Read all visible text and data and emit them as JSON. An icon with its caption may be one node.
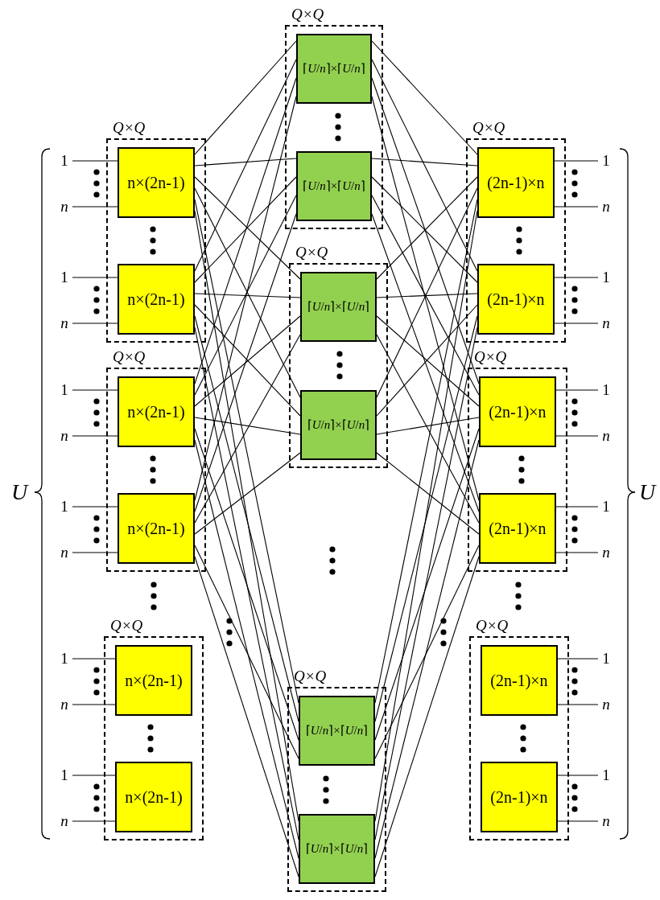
{
  "diagram": {
    "nodes": [
      {
        "text": [
          "Q×Q"
        ]
      },
      {
        "text": [
          "n×(2n-1)"
        ],
        "in": 0
      },
      {
        "text": [
          "n×(2n-1)"
        ],
        "in": 0
      },
      {
        "text": [
          "Q×Q"
        ]
      },
      {
        "text": [
          "n×(2n-1)"
        ],
        "in": 3
      },
      {
        "text": [
          "n×(2n-1)"
        ],
        "in": 3
      },
      {
        "text": [
          "Q×Q"
        ]
      },
      {
        "text": [
          "n×(2n-1)"
        ],
        "in": 6
      },
      {
        "text": [
          "n×(2n-1)"
        ],
        "in": 6
      },
      {
        "text": [
          "1"
        ]
      },
      {
        "text": [
          "n"
        ]
      },
      {
        "text": [
          "1"
        ]
      },
      {
        "text": [
          "n"
        ]
      },
      {
        "text": [
          "1"
        ]
      },
      {
        "text": [
          "n"
        ]
      },
      {
        "text": [
          "1"
        ]
      },
      {
        "text": [
          "n"
        ]
      },
      {
        "text": [
          "1"
        ]
      },
      {
        "text": [
          "n"
        ]
      },
      {
        "text": [
          "1"
        ]
      },
      {
        "text": [
          "n"
        ]
      },
      {
        "text": [
          "Q×Q"
        ]
      },
      {
        "text": [
          "⌈*U*/*n*⌉×⌈*U*/*n*⌉"
        ],
        "in": 21
      },
      {
        "text": [
          "⌈*U*/*n*⌉×⌈*U*/*n*⌉"
        ],
        "in": 21
      },
      {
        "text": [
          "Q×Q"
        ]
      },
      {
        "text": [
          "⌈*U*/*n*⌉×⌈*U*/*n*⌉"
        ],
        "in": 24
      },
      {
        "text": [
          "⌈*U*/*n*⌉×⌈*U*/*n*⌉"
        ],
        "in": 24
      },
      {
        "text": [
          "Q×Q"
        ]
      },
      {
        "text": [
          "⌈*U*/*n*⌉×⌈*U*/*n*⌉"
        ],
        "in": 27
      },
      {
        "text": [
          "⌈*U*/*n*⌉×⌈*U*/*n*⌉"
        ],
        "in": 27
      },
      {
        "text": [
          "Q×Q"
        ]
      },
      {
        "text": [
          "(2n-1)×n"
        ],
        "in": 30
      },
      {
        "text": [
          "(2n-1)×n"
        ],
        "in": 30
      },
      {
        "text": [
          "Q×Q"
        ]
      },
      {
        "text": [
          "(2n-1)×n"
        ],
        "in": 33
      },
      {
        "text": [
          "(2n-1)×n"
        ],
        "in": 33
      },
      {
        "text": [
          "Q×Q"
        ]
      },
      {
        "text": [
          "(2n-1)×n"
        ],
        "in": 36
      },
      {
        "text": [
          "(2n-1)×n"
        ],
        "in": 36
      },
      {
        "text": [
          "1"
        ]
      },
      {
        "text": [
          "n"
        ]
      },
      {
        "text": [
          "1"
        ]
      },
      {
        "text": [
          "n"
        ]
      },
      {
        "text": [
          "1"
        ]
      },
      {
        "text": [
          "n"
        ]
      },
      {
        "text": [
          "1"
        ]
      },
      {
        "text": [
          "n"
        ]
      },
      {
        "text": [
          "1"
        ]
      },
      {
        "text": [
          "n"
        ]
      },
      {
        "text": [
          "1"
        ]
      },
      {
        "text": [
          "n"
        ]
      }
    ],
    "edges": [
      {
        "from": 9,
        "to": 1,
        "arrow": "none"
      },
      {
        "from": 10,
        "to": 1,
        "arrow": "none"
      },
      {
        "from": 11,
        "to": 2,
        "arrow": "none"
      },
      {
        "from": 12,
        "to": 2,
        "arrow": "none"
      },
      {
        "from": 13,
        "to": 4,
        "arrow": "none"
      },
      {
        "from": 14,
        "to": 4,
        "arrow": "none"
      },
      {
        "from": 15,
        "to": 5,
        "arrow": "none"
      },
      {
        "from": 16,
        "to": 5,
        "arrow": "none"
      },
      {
        "from": 17,
        "to": 7,
        "arrow": "none"
      },
      {
        "from": 18,
        "to": 7,
        "arrow": "none"
      },
      {
        "from": 19,
        "to": 8,
        "arrow": "none"
      },
      {
        "from": 20,
        "to": 8,
        "arrow": "none"
      },
      {
        "from": 1,
        "to": 22,
        "arrow": "none"
      },
      {
        "from": 1,
        "to": 23,
        "arrow": "none"
      },
      {
        "from": 1,
        "to": 25,
        "arrow": "none"
      },
      {
        "from": 1,
        "to": 26,
        "arrow": "none"
      },
      {
        "from": 1,
        "to": 28,
        "arrow": "none"
      },
      {
        "from": 1,
        "to": 29,
        "arrow": "none"
      },
      {
        "from": 2,
        "to": 22,
        "arrow": "none"
      },
      {
        "from": 2,
        "to": 23,
        "arrow": "none"
      },
      {
        "from": 2,
        "to": 25,
        "arrow": "none"
      },
      {
        "from": 2,
        "to": 26,
        "arrow": "none"
      },
      {
        "from": 2,
        "to": 28,
        "arrow": "none"
      },
      {
        "from": 2,
        "to": 29,
        "arrow": "none"
      },
      {
        "from": 4,
        "to": 22,
        "arrow": "none"
      },
      {
        "from": 4,
        "to": 23,
        "arrow": "none"
      },
      {
        "from": 4,
        "to": 25,
        "arrow": "none"
      },
      {
        "from": 4,
        "to": 26,
        "arrow": "none"
      },
      {
        "from": 4,
        "to": 28,
        "arrow": "none"
      },
      {
        "from": 4,
        "to": 29,
        "arrow": "none"
      },
      {
        "from": 5,
        "to": 22,
        "arrow": "none"
      },
      {
        "from": 5,
        "to": 23,
        "arrow": "none"
      },
      {
        "from": 5,
        "to": 25,
        "arrow": "none"
      },
      {
        "from": 5,
        "to": 26,
        "arrow": "none"
      },
      {
        "from": 5,
        "to": 28,
        "arrow": "none"
      },
      {
        "from": 5,
        "to": 29,
        "arrow": "none"
      },
      {
        "from": 22,
        "to": 31,
        "arrow": "none"
      },
      {
        "from": 22,
        "to": 32,
        "arrow": "none"
      },
      {
        "from": 22,
        "to": 34,
        "arrow": "none"
      },
      {
        "from": 22,
        "to": 35,
        "arrow": "none"
      },
      {
        "from": 23,
        "to": 31,
        "arrow": "none"
      },
      {
        "from": 23,
        "to": 32,
        "arrow": "none"
      },
      {
        "from": 23,
        "to": 34,
        "arrow": "none"
      },
      {
        "from": 23,
        "to": 35,
        "arrow": "none"
      },
      {
        "from": 25,
        "to": 31,
        "arrow": "none"
      },
      {
        "from": 25,
        "to": 32,
        "arrow": "none"
      },
      {
        "from": 25,
        "to": 34,
        "arrow": "none"
      },
      {
        "from": 25,
        "to": 35,
        "arrow": "none"
      },
      {
        "from": 26,
        "to": 31,
        "arrow": "none"
      },
      {
        "from": 26,
        "to": 32,
        "arrow": "none"
      },
      {
        "from": 26,
        "to": 34,
        "arrow": "none"
      },
      {
        "from": 26,
        "to": 35,
        "arrow": "none"
      },
      {
        "from": 28,
        "to": 31,
        "arrow": "none"
      },
      {
        "from": 28,
        "to": 32,
        "arrow": "none"
      },
      {
        "from": 28,
        "to": 34,
        "arrow": "none"
      },
      {
        "from": 28,
        "to": 35,
        "arrow": "none"
      },
      {
        "from": 29,
        "to": 31,
        "arrow": "none"
      },
      {
        "from": 29,
        "to": 32,
        "arrow": "none"
      },
      {
        "from": 29,
        "to": 34,
        "arrow": "none"
      },
      {
        "from": 29,
        "to": 35,
        "arrow": "none"
      },
      {
        "from": 31,
        "to": 39,
        "arrow": "none"
      },
      {
        "from": 31,
        "to": 40,
        "arrow": "none"
      },
      {
        "from": 32,
        "to": 41,
        "arrow": "none"
      },
      {
        "from": 32,
        "to": 42,
        "arrow": "none"
      },
      {
        "from": 34,
        "to": 43,
        "arrow": "none"
      },
      {
        "from": 34,
        "to": 44,
        "arrow": "none"
      },
      {
        "from": 35,
        "to": 45,
        "arrow": "none"
      },
      {
        "from": 35,
        "to": 46,
        "arrow": "none"
      },
      {
        "from": 37,
        "to": 47,
        "arrow": "none"
      },
      {
        "from": 37,
        "to": 48,
        "arrow": "none"
      },
      {
        "from": 38,
        "to": 49,
        "arrow": "none"
      },
      {
        "from": 38,
        "to": 50,
        "arrow": "none"
      }
    ],
    "labels": [
      "U",
      "U"
    ]
  }
}
